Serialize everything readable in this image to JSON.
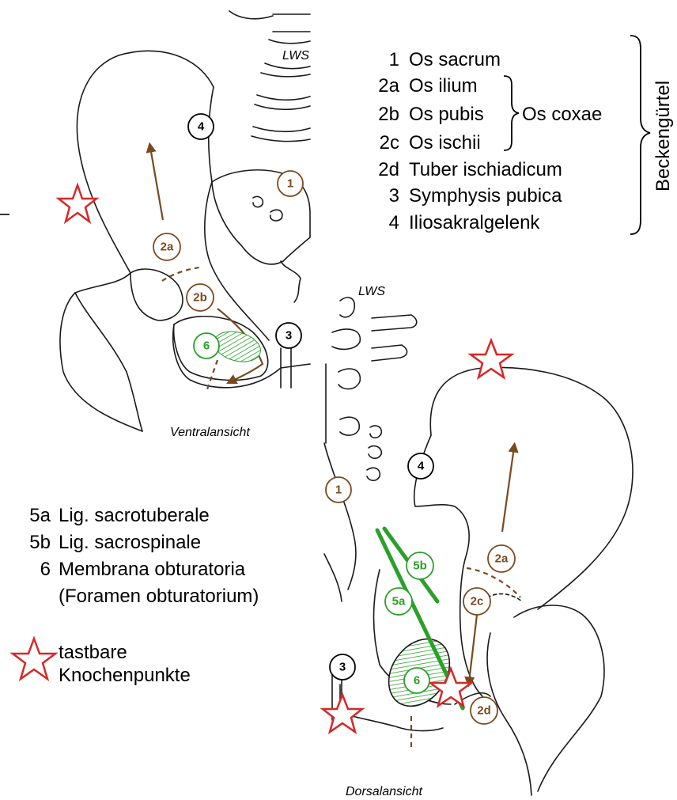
{
  "colors": {
    "bone_outline": "#1a1a1a",
    "brown": "#7a4a1e",
    "green": "#2aa02a",
    "star_red": "#d62828",
    "black": "#000000"
  },
  "legend": {
    "items": [
      {
        "num": "1",
        "text": "Os sacrum"
      },
      {
        "num": "2a",
        "text": "Os ilium"
      },
      {
        "num": "2b",
        "text": "Os pubis"
      },
      {
        "num": "2c",
        "text": "Os ischii"
      },
      {
        "num": "2d",
        "text": "Tuber ischiadicum"
      },
      {
        "num": "3",
        "text": "Symphysis pubica"
      },
      {
        "num": "4",
        "text": "Iliosakralgelenk"
      }
    ],
    "os_coxae": "Os coxae",
    "beckenguertel": "Beckengürtel"
  },
  "legend2": {
    "items": [
      {
        "num": "5a",
        "text": "Lig. sacrotuberale"
      },
      {
        "num": "5b",
        "text": "Lig. sacrospinale"
      },
      {
        "num": "6",
        "text": "Membrana obturatoria"
      }
    ],
    "sub": "(Foramen obturatorium)"
  },
  "star_legend": {
    "line1": "tastbare",
    "line2": "Knochenpunkte"
  },
  "views": {
    "ventral": "Ventralansicht",
    "dorsal": "Dorsalansicht",
    "lws_top": "LWS",
    "lws_bottom": "LWS"
  },
  "badges": {
    "v_1": "1",
    "v_2a": "2a",
    "v_2b": "2b",
    "v_3": "3",
    "v_4": "4",
    "v_6": "6",
    "d_1": "1",
    "d_2a": "2a",
    "d_2c": "2c",
    "d_2d": "2d",
    "d_3": "3",
    "d_4": "4",
    "d_5a": "5a",
    "d_5b": "5b",
    "d_6": "6"
  }
}
